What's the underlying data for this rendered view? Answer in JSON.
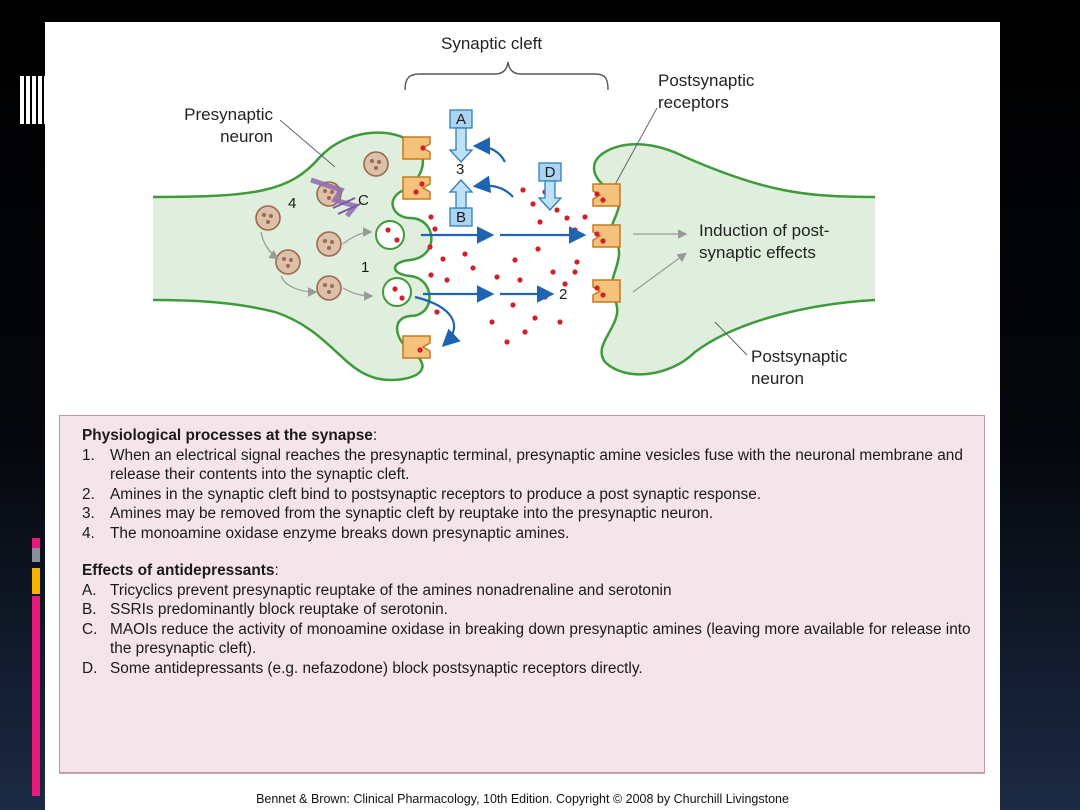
{
  "diagram": {
    "labels": {
      "synaptic_cleft": "Synaptic cleft",
      "postsynaptic_receptors": [
        "Postsynaptic",
        "receptors"
      ],
      "presynaptic_neuron": [
        "Presynaptic",
        "neuron"
      ],
      "induction": [
        "Induction of post-",
        "synaptic effects"
      ],
      "postsynaptic_neuron": [
        "Postsynaptic",
        "neuron"
      ]
    },
    "markers": {
      "a": "A",
      "b": "B",
      "d": "D",
      "c": "C",
      "n1": "1",
      "n2": "2",
      "n3": "3",
      "n4": "4"
    }
  },
  "processes": {
    "heading": "Physiological processes at the synapse",
    "heading_suffix": ":",
    "items": [
      {
        "num": "1.",
        "text": "When an electrical signal reaches the presynaptic terminal, presynaptic amine vesicles fuse with the neuronal membrane and release their contents into the synaptic cleft."
      },
      {
        "num": "2.",
        "text": "Amines in the synaptic cleft bind to postsynaptic receptors to produce a post synaptic response."
      },
      {
        "num": "3.",
        "text": "Amines may be removed from the synaptic cleft by reuptake into the presynaptic neuron."
      },
      {
        "num": "4.",
        "text": "The monoamine oxidase enzyme breaks down presynaptic amines."
      }
    ]
  },
  "effects": {
    "heading": "Effects of antidepressants",
    "heading_suffix": ":",
    "items": [
      {
        "num": "A.",
        "text": "Tricyclics prevent presynaptic reuptake of the amines nonadrenaline and serotonin"
      },
      {
        "num": "B.",
        "text": "SSRIs predominantly block reuptake of serotonin."
      },
      {
        "num": "C.",
        "text": "MAOIs reduce the activity of monoamine oxidase in breaking down presynaptic amines (leaving more available for release into the presynaptic cleft)."
      },
      {
        "num": "D.",
        "text": "Some antidepressants (e.g. nefazodone) block postsynaptic receptors directly."
      }
    ]
  },
  "credit": "Bennet & Brown: Clinical Pharmacology, 10th Edition. Copyright © 2008 by Churchill Livingstone",
  "colors": {
    "neuron_fill": "#dfeedd",
    "neuron_stroke": "#3f9a3c",
    "receptor": "#f4c27a",
    "dot": "#d0202a",
    "arrow": "#1f64b3",
    "panel": "#f5e4ea"
  }
}
